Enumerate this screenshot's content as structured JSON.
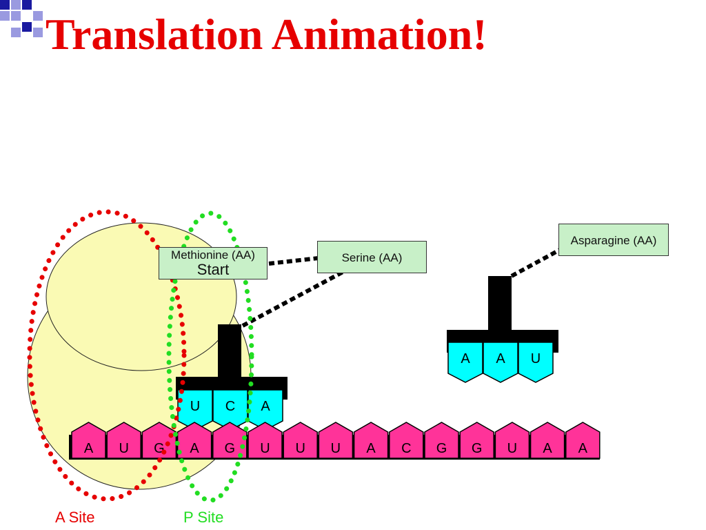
{
  "title": "Translation Animation!",
  "colors": {
    "title": "#e60000",
    "ribosome_fill": "#fafab4",
    "green_box": "#c8f0c8",
    "codon": "#ff3399",
    "anticodon": "#00ffff",
    "a_site": "#e60000",
    "p_site": "#22dd22",
    "square_dark": "#1a1aa0",
    "square_light": "#9a9ae0"
  },
  "amino_acids": {
    "methionine": {
      "name": "Methionine (AA)",
      "sub": "Start"
    },
    "serine": {
      "name": "Serine (AA)"
    },
    "asparagine": {
      "name": "Asparagine (AA)"
    }
  },
  "mrna": [
    "A",
    "U",
    "G",
    "A",
    "G",
    "U",
    "U",
    "U",
    "A",
    "C",
    "G",
    "G",
    "U",
    "A",
    "A"
  ],
  "trna_1": {
    "anticodon": [
      "U",
      "C",
      "A"
    ]
  },
  "trna_2": {
    "anticodon": [
      "A",
      "A",
      "U"
    ]
  },
  "sites": {
    "a_site": "A Site",
    "p_site": "P Site"
  },
  "icons": [
    "decorative-squares-icon"
  ]
}
